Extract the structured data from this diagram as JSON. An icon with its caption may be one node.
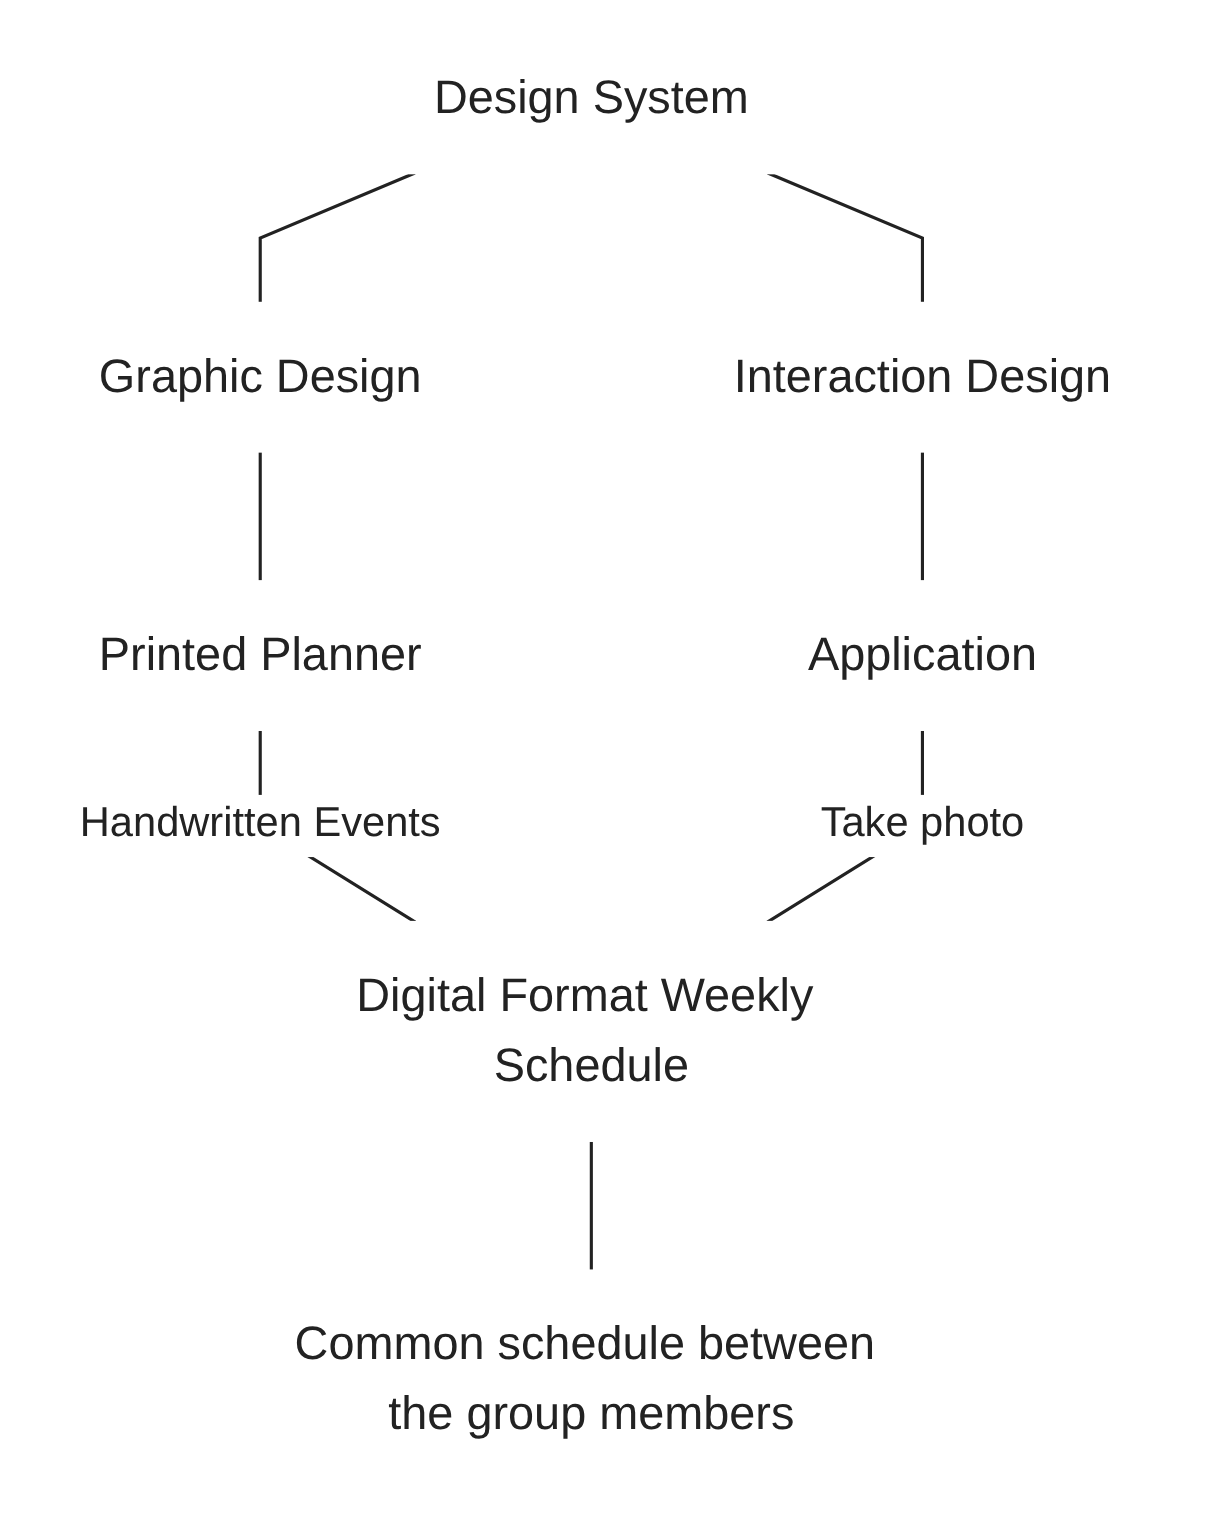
{
  "diagram": {
    "nodes": [
      {
        "text": [
          "Design System"
        ]
      },
      {
        "text": [
          "Graphic Design"
        ]
      },
      {
        "text": [
          "Interaction Design"
        ]
      },
      {
        "text": [
          "Printed Planner"
        ]
      },
      {
        "text": [
          "Application"
        ]
      },
      {
        "text": [
          "Digital Format Weekly Schedule"
        ]
      },
      {
        "text": [
          "Common schedule between the group members"
        ]
      }
    ],
    "edges": [
      {
        "from": 0,
        "to": 1,
        "arrow": "none"
      },
      {
        "from": 0,
        "to": 2,
        "arrow": "none"
      },
      {
        "from": 1,
        "to": 3,
        "arrow": "none"
      },
      {
        "from": 2,
        "to": 4,
        "arrow": "none"
      },
      {
        "from": 3,
        "to": 5,
        "arrow": "none",
        "label": "Handwritten Events"
      },
      {
        "from": 4,
        "to": 5,
        "arrow": "none",
        "label": "Take photo"
      },
      {
        "from": 5,
        "to": 6,
        "arrow": "none"
      }
    ]
  }
}
